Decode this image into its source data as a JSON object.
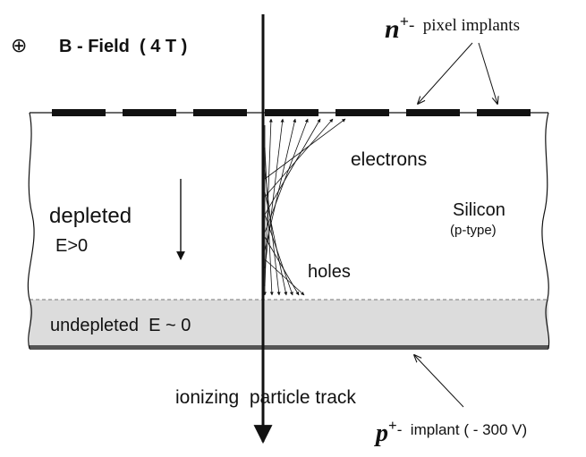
{
  "labels": {
    "field_symbol": "⊕",
    "field_label": "B - Field  ( 4 T )",
    "n_letter": "n",
    "n_sup": "+",
    "n_suffix": "-  pixel implants",
    "electrons": "electrons",
    "holes": "holes",
    "silicon": "Silicon",
    "silicon_type": "(p-type)",
    "depleted": "depleted",
    "efield_depleted": "E>0",
    "undepleted": "undepleted  E ~ 0",
    "track": "ionizing  particle track",
    "p_letter": "p",
    "p_sup": "+",
    "p_suffix": "-  implant ( - 300 V)"
  },
  "colors": {
    "ink": "#111111",
    "undepleted_fill": "#dcdcdc",
    "backplane": "#555555"
  }
}
